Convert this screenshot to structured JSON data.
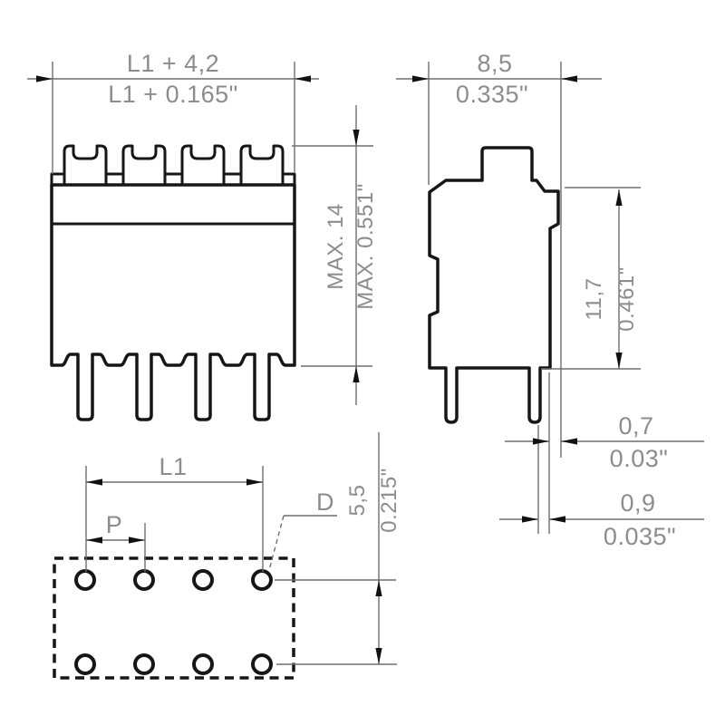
{
  "colors": {
    "background": "#ffffff",
    "outline": "#161616",
    "dimension_line": "#6e6e6e",
    "dimension_text": "#8c8c8c",
    "arrowhead": "#111111"
  },
  "dimensions": {
    "front_width": {
      "metric": "L1 + 4,2",
      "imperial": "L1 + 0.165\""
    },
    "side_width": {
      "metric": "8,5",
      "imperial": "0.335\""
    },
    "front_height": {
      "metric": "MAX. 14",
      "imperial": "MAX. 0.551\""
    },
    "side_height": {
      "metric": "11,7",
      "imperial": "0.461\""
    },
    "pin_thickness": {
      "metric": "0,7",
      "imperial": "0.03\""
    },
    "pin_width": {
      "metric": "0,9",
      "imperial": "0.035\""
    },
    "hole_row_spacing": {
      "metric": "5,5",
      "imperial": "0.215\""
    },
    "pole_span": {
      "label": "L1"
    },
    "pitch": {
      "label": "P"
    },
    "hole_diameter": {
      "label": "D"
    }
  }
}
